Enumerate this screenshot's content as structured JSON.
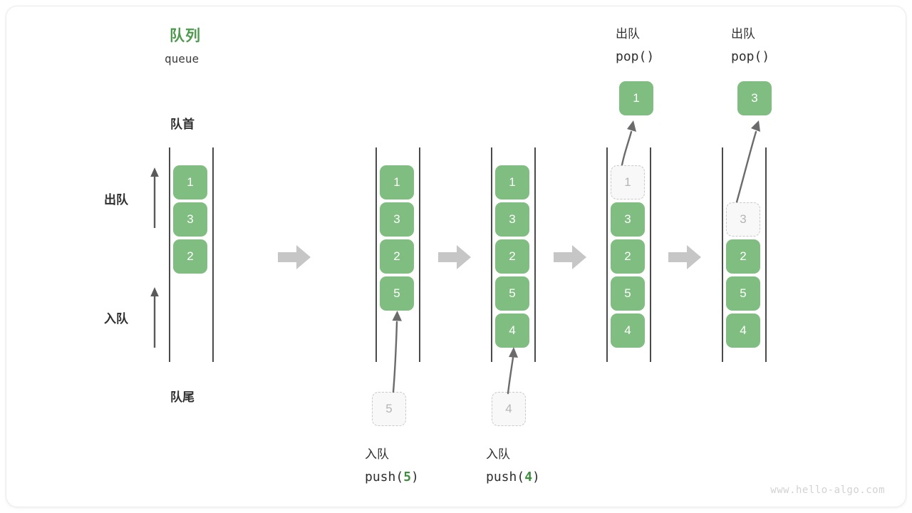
{
  "figure": {
    "title_cn": "队列",
    "title_en": "queue",
    "head_label": "队首",
    "tail_label": "队尾",
    "dequeue_label": "出队",
    "enqueue_label": "入队",
    "watermark": "www.hello-algo.com",
    "accent_green": "#4e9a4e",
    "cell_green": "#80bd80",
    "ghost_gray": "#b4b4b4",
    "rail_gray": "#4a4a4a",
    "step_arrow_gray": "#c6c6c6"
  },
  "stages": [
    {
      "id": "stage-initial",
      "cells": [
        {
          "value": "1",
          "state": "filled"
        },
        {
          "value": "3",
          "state": "filled"
        },
        {
          "value": "2",
          "state": "filled"
        }
      ],
      "caption_cn": "",
      "caption_code": "",
      "incoming": null,
      "popped": null
    },
    {
      "id": "stage-push-5",
      "cells": [
        {
          "value": "1",
          "state": "filled"
        },
        {
          "value": "3",
          "state": "filled"
        },
        {
          "value": "2",
          "state": "filled"
        },
        {
          "value": "5",
          "state": "filled"
        }
      ],
      "caption_cn": "入队",
      "caption_code_pre": "push(",
      "caption_code_num": "5",
      "caption_code_post": ")",
      "incoming": {
        "value": "5",
        "state": "ghost"
      },
      "popped": null
    },
    {
      "id": "stage-push-4",
      "cells": [
        {
          "value": "1",
          "state": "filled"
        },
        {
          "value": "3",
          "state": "filled"
        },
        {
          "value": "2",
          "state": "filled"
        },
        {
          "value": "5",
          "state": "filled"
        },
        {
          "value": "4",
          "state": "filled"
        }
      ],
      "caption_cn": "入队",
      "caption_code_pre": "push(",
      "caption_code_num": "4",
      "caption_code_post": ")",
      "incoming": {
        "value": "4",
        "state": "ghost"
      },
      "popped": null
    },
    {
      "id": "stage-pop-1",
      "cells": [
        {
          "value": "1",
          "state": "ghost"
        },
        {
          "value": "3",
          "state": "filled"
        },
        {
          "value": "2",
          "state": "filled"
        },
        {
          "value": "5",
          "state": "filled"
        },
        {
          "value": "4",
          "state": "filled"
        }
      ],
      "header_cn": "出队",
      "header_code": "pop()",
      "popped": {
        "value": "1",
        "state": "filled"
      }
    },
    {
      "id": "stage-pop-3",
      "cells": [
        {
          "value": "",
          "state": "empty"
        },
        {
          "value": "3",
          "state": "ghost"
        },
        {
          "value": "2",
          "state": "filled"
        },
        {
          "value": "5",
          "state": "filled"
        },
        {
          "value": "4",
          "state": "filled"
        }
      ],
      "header_cn": "出队",
      "header_code": "pop()",
      "popped": {
        "value": "3",
        "state": "filled"
      }
    }
  ]
}
